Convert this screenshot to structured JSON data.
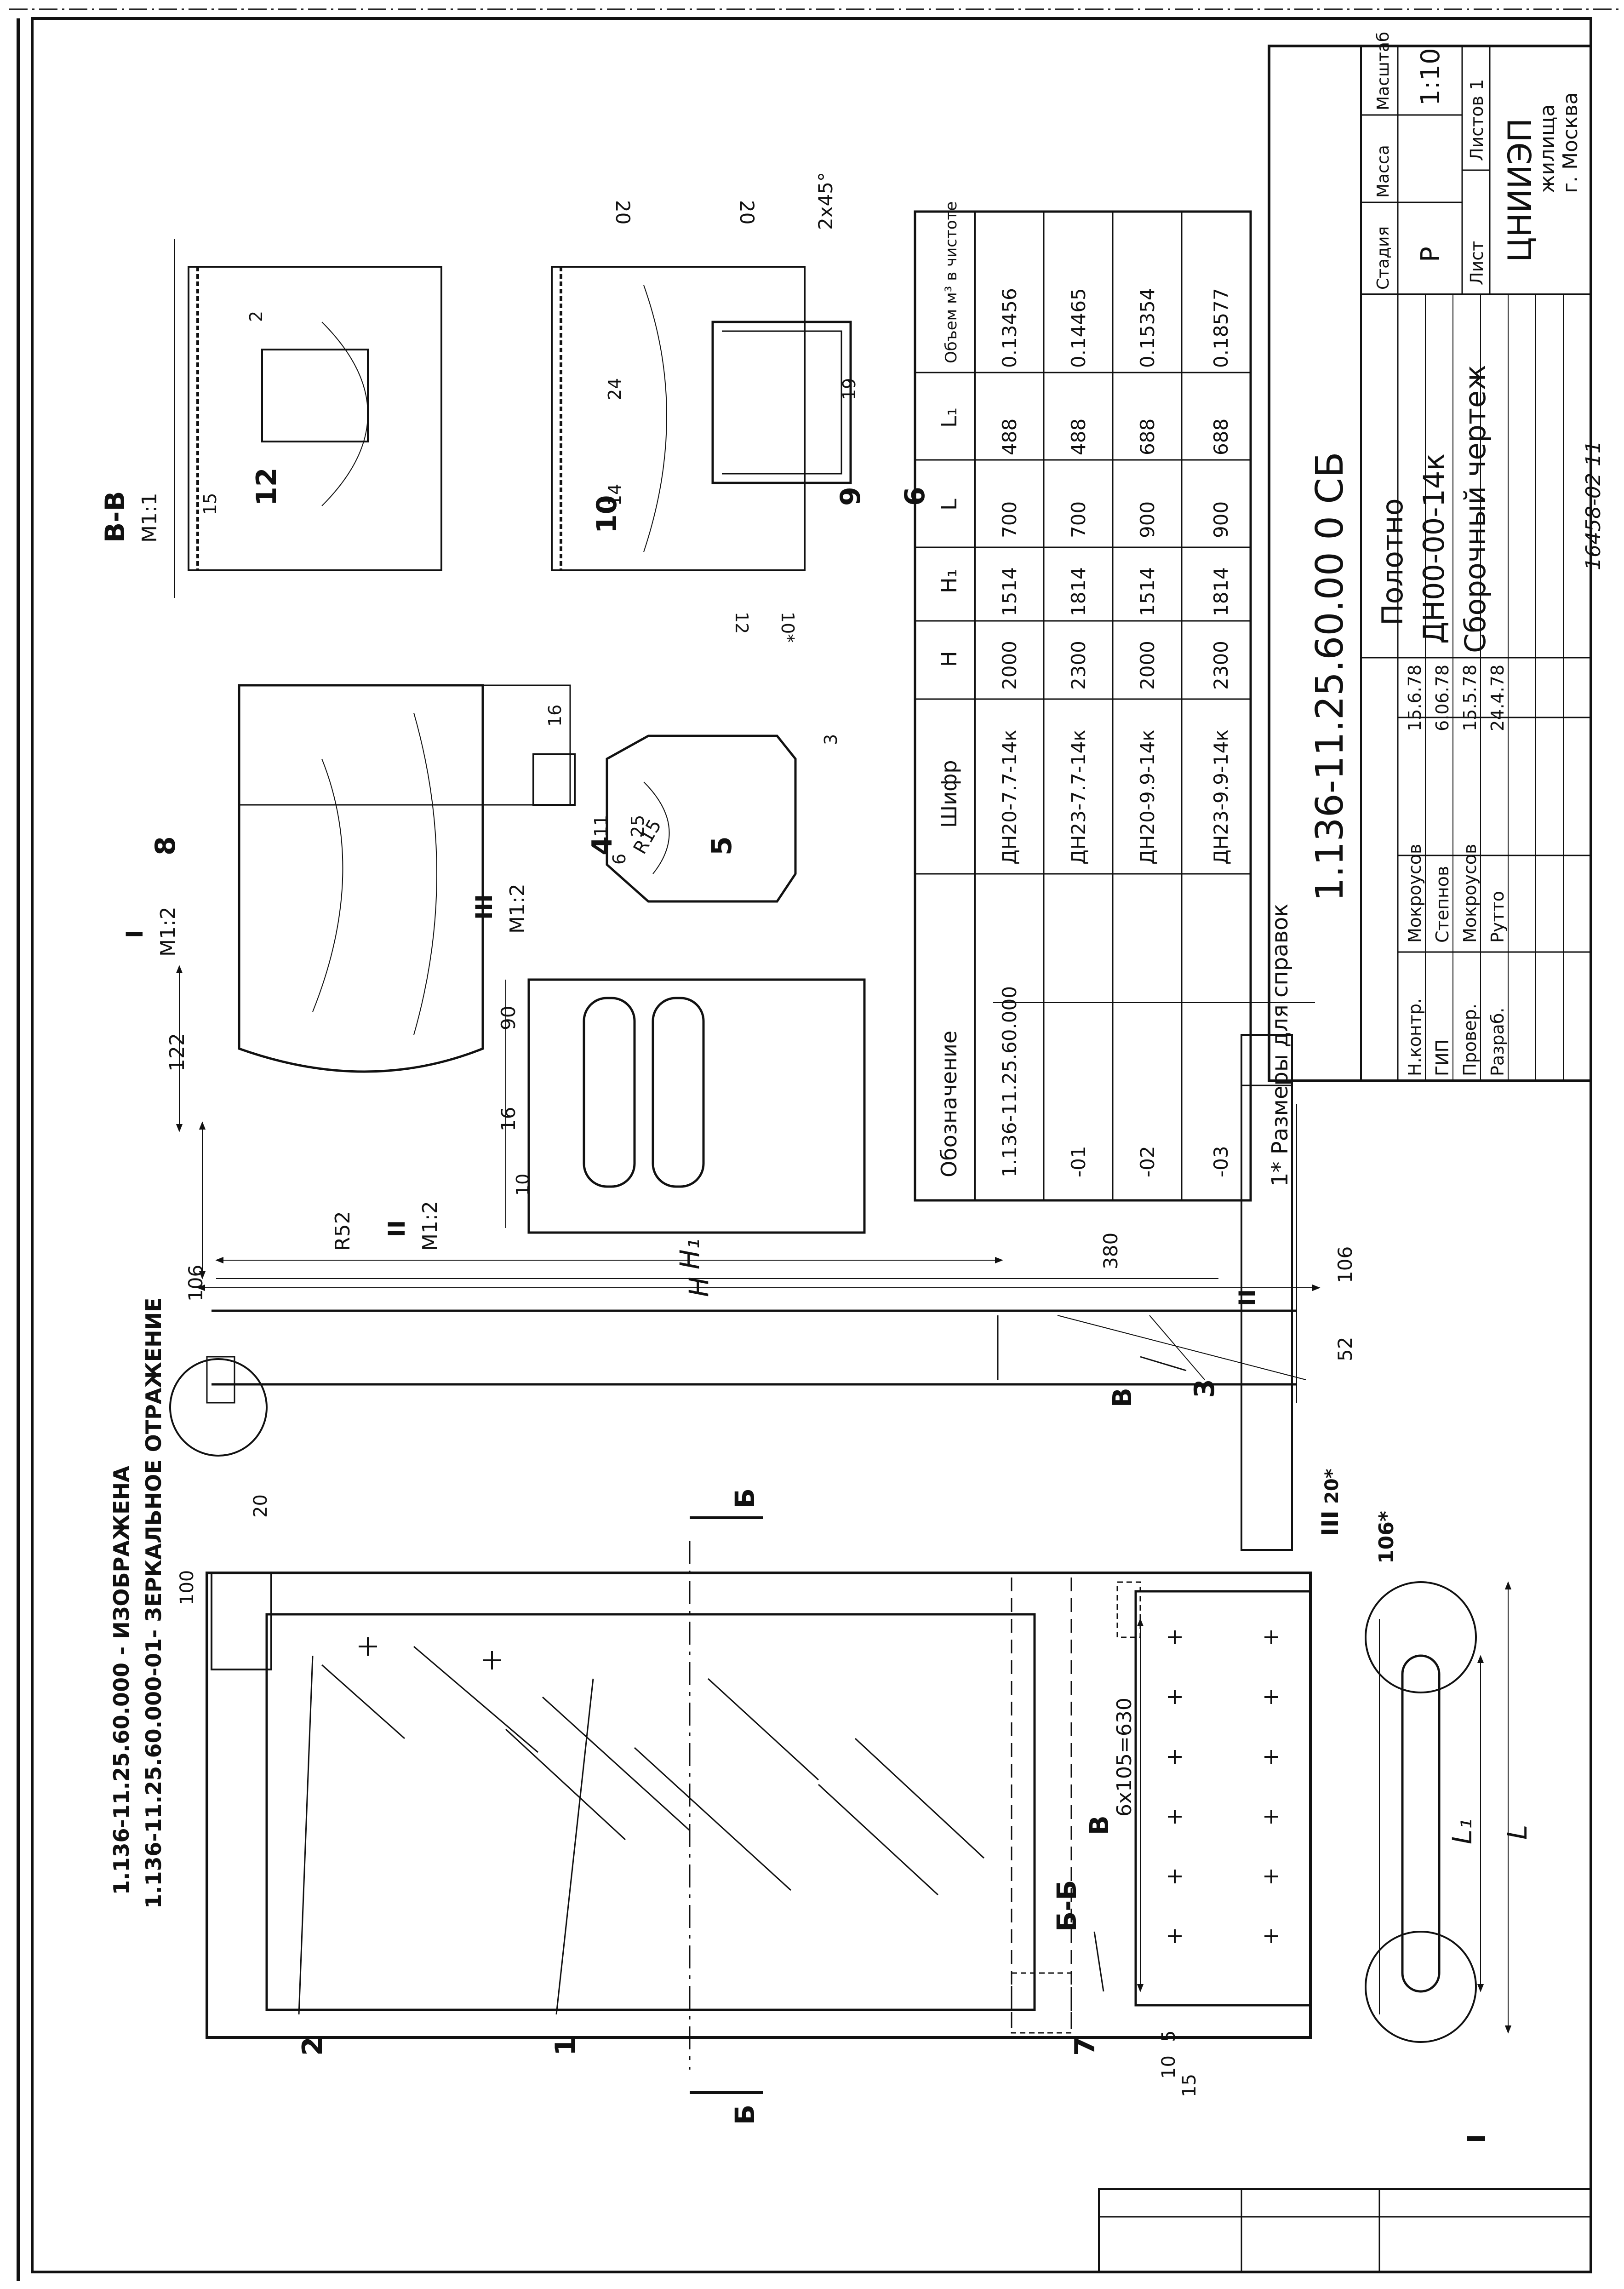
{
  "header": {
    "line1": "1.136-11.25.60.000 - ИЗОБРАЖЕНА",
    "line2": "1.136-11.25.60.000-01- ЗЕРКАЛЬНОЕ ОТРАЖЕНИЕ"
  },
  "callouts": [
    "1",
    "2",
    "3",
    "7",
    "8",
    "4",
    "5",
    "6",
    "9",
    "10",
    "12"
  ],
  "section_marks": {
    "b_top": "Б",
    "b_bottom": "Б",
    "v_left": "В",
    "v_right": "В",
    "bb": "Б-Б",
    "vv": "В-В",
    "vv_scale": "М1:1",
    "view1": "I",
    "view1_scale": "М1:2",
    "view2": "II",
    "view2_scale": "М1:2",
    "view3": "III",
    "view3_scale": "М1:2",
    "circle2": "II",
    "circle3": "III",
    "circle1": "I"
  },
  "dims": {
    "d100": "100",
    "d20": "20",
    "d20s": "20*",
    "d15": "15",
    "d10": "10",
    "d5": "5",
    "d630": "6х105=630",
    "d106": "106",
    "d106s": "106*",
    "d380": "380",
    "d52": "52",
    "dH": "H",
    "dH1": "H₁",
    "dL": "L",
    "dL1": "L₁",
    "d122": "122",
    "dR52": "R52",
    "d16": "16",
    "d11": "11",
    "d25": "25",
    "d90": "90",
    "d10b": "10",
    "d6": "6",
    "d3": "3",
    "dR15": "R15",
    "d20a": "20",
    "d20b": "20",
    "d2x45": "2х45°",
    "d15b": "15",
    "d2": "2",
    "d14": "14",
    "d24": "24",
    "d19": "19",
    "d12": "12",
    "d10s": "10*"
  },
  "spec_table": {
    "headers": [
      "Обозначение",
      "Шифр",
      "H",
      "H₁",
      "L",
      "L₁",
      "Объем м³ в чистоте"
    ],
    "rows": [
      [
        "1.136-11.25.60.000",
        "ДН20-7.7-14к",
        "2000",
        "1514",
        "700",
        "488",
        "0.13456"
      ],
      [
        "-01",
        "ДН23-7.7-14к",
        "2300",
        "1814",
        "700",
        "488",
        "0.14465"
      ],
      [
        "-02",
        "ДН20-9.9-14к",
        "2000",
        "1514",
        "900",
        "688",
        "0.15354"
      ],
      [
        "-03",
        "ДН23-9.9-14к",
        "2300",
        "1814",
        "900",
        "688",
        "0.18577"
      ]
    ],
    "footnote": "1* Размеры для справок"
  },
  "title_block": {
    "doc_number": "1.136-11.25.60.00 0 СБ",
    "name_line1": "Полотно",
    "name_line2": "ДН00-00-14к",
    "name_line3": "Сборочный чертеж",
    "stage_header": "Стадия",
    "mass_header": "Масса",
    "scale_header": "Масштаб",
    "stage": "Р",
    "scale": "1:10",
    "sheet_label": "Лист",
    "sheets_label": "Листов 1",
    "org_line1": "ЦНИИЭП",
    "org_line2": "жилища",
    "org_line3": "г. Москва",
    "roles": [
      {
        "role": "Н.контр.",
        "name": "Мокроусов",
        "date": "15.6.78"
      },
      {
        "role": "ГИП",
        "name": "Степнов",
        "date": "6.06.78"
      },
      {
        "role": "Провер.",
        "name": "Мокроусов",
        "date": "15.5.78"
      },
      {
        "role": "Разраб.",
        "name": "Рутто",
        "date": "24.4.78"
      }
    ]
  },
  "stamp": "16458-02  11"
}
